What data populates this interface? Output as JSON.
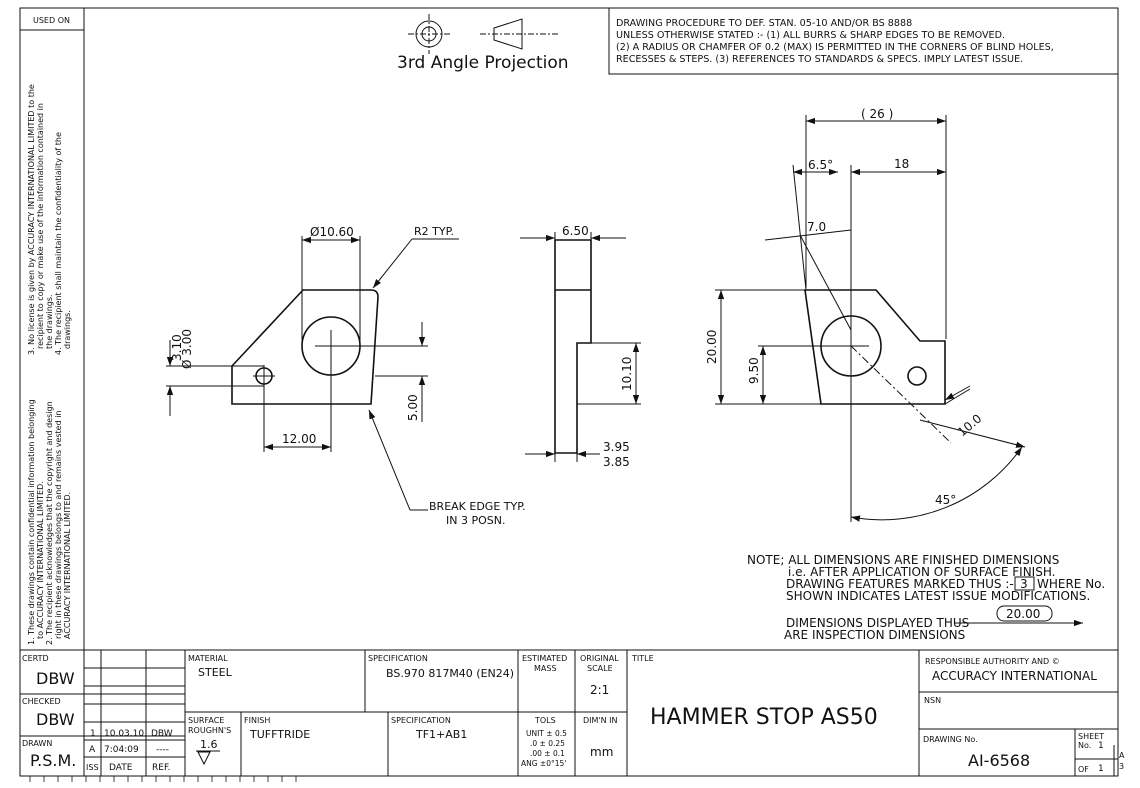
{
  "border": {
    "used_on": "USED ON"
  },
  "projection": {
    "label": "3rd Angle Projection"
  },
  "procedure": {
    "lines": [
      "DRAWING PROCEDURE TO DEF. STAN. 05-10 AND/OR BS 8888",
      "UNLESS OTHERWISE STATED :- (1) ALL BURRS & SHARP EDGES TO BE REMOVED.",
      "(2) A RADIUS OR CHAMFER OF 0.2 (MAX) IS PERMITTED IN THE CORNERS OF BLIND HOLES,",
      "RECESSES & STEPS. (3) REFERENCES TO STANDARDS & SPECS. IMPLY LATEST ISSUE."
    ]
  },
  "side_notes": {
    "lines_a": [
      "1. These drawings contain confidential information belonging",
      "to ACCURACY INTERNATIONAL LIMITED.",
      "2. The recipient acknowledges that the copyright and design",
      "right in these drawings belongs to and remains vested in",
      "ACCURACY INTERNATIONAL LIMITED."
    ],
    "lines_b": [
      "3. No license is given by ACCURACY INTERNATIONAL LIMITED to the",
      "recipient to copy or make use of the information contained in",
      "the drawings.",
      "4. The recipient shall maintain the confidentiality of the",
      "drawings."
    ]
  },
  "dims": {
    "dia_hole": "Ø10.60",
    "r2": "R2 TYP.",
    "dia_small_a": "3.10",
    "dia_small_b": "Ø 3.00",
    "w12": "12.00",
    "h5": "5.00",
    "break_edge_1": "BREAK EDGE TYP.",
    "break_edge_2": "IN 3 POSN.",
    "t650": "6.50",
    "h1010": "10.10",
    "t395": "3.95",
    "t385": "3.85",
    "d26": "( 26 )",
    "a65": "6.5°",
    "d18": "18",
    "d70": "7.0",
    "h2000": "20.00",
    "h950": "9.50",
    "d100": "10.0",
    "a45": "45°"
  },
  "note": {
    "lines": [
      "NOTE; ALL DIMENSIONS ARE FINISHED DIMENSIONS",
      "i.e. AFTER APPLICATION OF SURFACE FINISH.",
      "DRAWING FEATURES MARKED THUS :-",
      "3",
      "WHERE No.",
      "SHOWN INDICATES LATEST ISSUE MODIFICATIONS.",
      "DIMENSIONS DISPLAYED THUS",
      "20.00",
      "ARE INSPECTION DIMENSIONS"
    ]
  },
  "title_block": {
    "certd_label": "CERTD",
    "certd": "DBW",
    "checked_label": "CHECKED",
    "checked": "DBW",
    "drawn_label": "DRAWN",
    "drawn": "P.S.M.",
    "iss_rows": [
      {
        "iss": "1",
        "date": "10.03.10",
        "ref": "DBW"
      },
      {
        "iss": "A",
        "date": "7:04:09",
        "ref": "----"
      }
    ],
    "iss_header": {
      "iss": "ISS",
      "date": "DATE",
      "ref": "REF."
    },
    "material_label": "MATERIAL",
    "material": "STEEL",
    "spec_label": "SPECIFICATION",
    "spec": "BS.970 817M40 (EN24)",
    "mass_label_1": "ESTIMATED",
    "mass_label_2": "MASS",
    "scale_label_1": "ORIGINAL",
    "scale_label_2": "SCALE",
    "scale": "2:1",
    "surface_label_1": "SURFACE",
    "surface_label_2": "ROUGHN'S",
    "surface": "1.6",
    "finish_label": "FINISH",
    "finish": "TUFFTRIDE",
    "spec2_label": "SPECIFICATION",
    "spec2": "TF1+AB1",
    "tols_label": "TOLS",
    "tols": [
      "UNIT ± 0.5",
      ".0 ± 0.25",
      ".00 ± 0.1",
      "ANG ±0°15'"
    ],
    "dimn_label": "DIM'N IN",
    "dimn": "mm",
    "title_label": "TITLE",
    "title": "HAMMER STOP AS50",
    "authority_label": "RESPONSIBLE AUTHORITY AND ©",
    "authority": "ACCURACY INTERNATIONAL",
    "nsn_label": "NSN",
    "drawing_no_label": "DRAWING No.",
    "drawing_no": "AI-6568",
    "sheet_label_1": "SHEET",
    "sheet_label_2": "No.",
    "sheet_no": "1",
    "of_label": "OF",
    "of_no": "1",
    "size_a": "A",
    "size_3": "3"
  }
}
